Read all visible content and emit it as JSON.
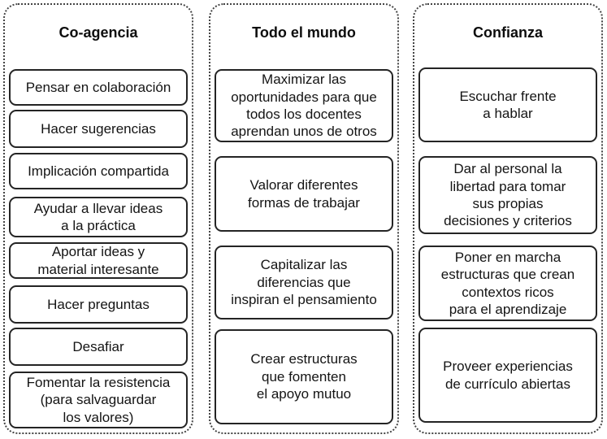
{
  "columns": [
    {
      "title": "Co-agencia",
      "boxes": [
        "Pensar en colaboración",
        "Hacer sugerencias",
        "Implicación compartida",
        "Ayudar a llevar ideas\na la práctica",
        "Aportar ideas y\nmaterial interesante",
        "Hacer preguntas",
        "Desafiar",
        "Fomentar la resistencia\n(para salvaguardar\nlos valores)"
      ]
    },
    {
      "title": "Todo el mundo",
      "boxes": [
        "Maximizar las\noportunidades para que\ntodos los docentes\naprendan unos de otros",
        "Valorar diferentes\nformas de trabajar",
        "Capitalizar las\ndiferencias que\ninspiran el pensamiento",
        "Crear estructuras\nque fomenten\nel apoyo mutuo"
      ]
    },
    {
      "title": "Confianza",
      "boxes": [
        "Escuchar frente\na hablar",
        "Dar al personal la\nlibertad para tomar\nsus propias\ndecisiones y criterios",
        "Poner en marcha\nestructuras que crean\ncontextos ricos\npara el aprendizaje",
        "Proveer experiencias\nde currículo abiertas"
      ]
    }
  ],
  "colors": {
    "background": "#ffffff",
    "box_border": "#242424",
    "column_border": "#444444",
    "text": "#141414"
  }
}
